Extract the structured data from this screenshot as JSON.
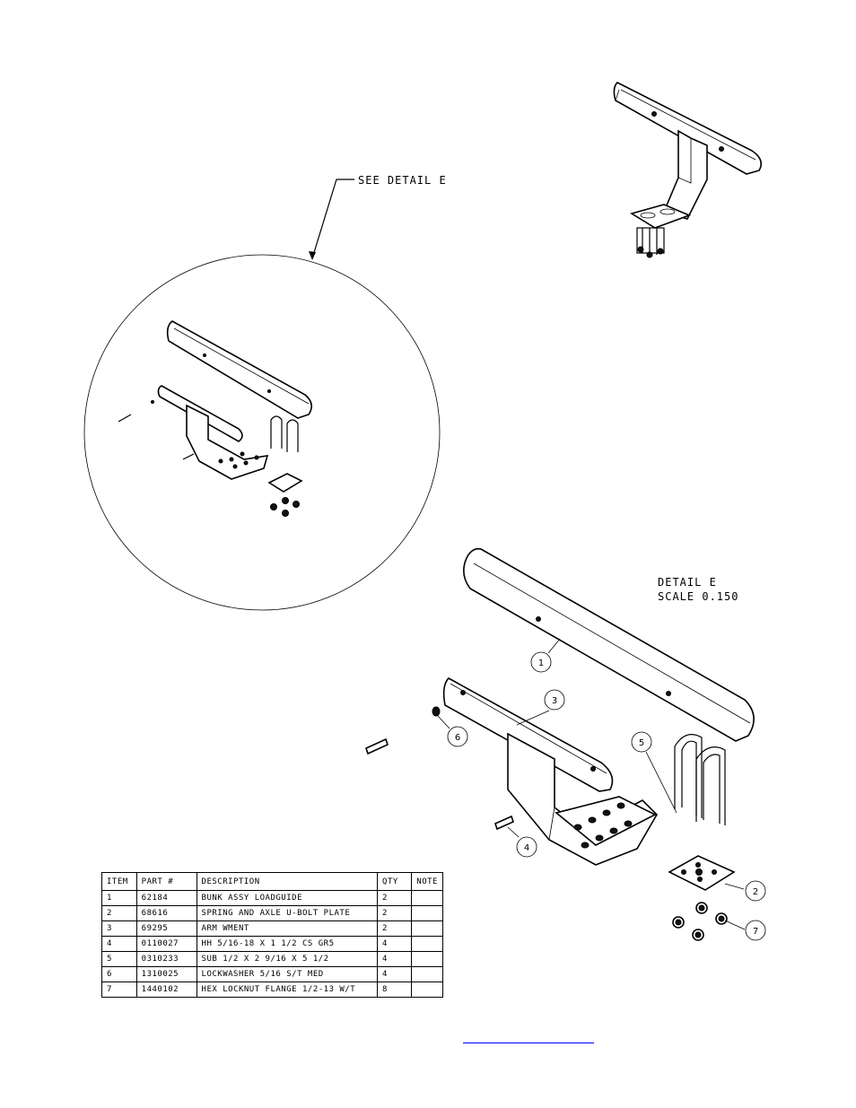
{
  "callout": {
    "see_detail": "SEE DETAIL  E"
  },
  "detail": {
    "title": "DETAIL  E",
    "scale": "SCALE  0.150"
  },
  "balloons": [
    "1",
    "2",
    "3",
    "4",
    "5",
    "6",
    "7"
  ],
  "bom": {
    "headers": [
      "ITEM",
      "PART #",
      "DESCRIPTION",
      "QTY",
      "NOTE"
    ],
    "rows": [
      [
        "1",
        "62184",
        "BUNK ASSY  LOADGUIDE",
        "2",
        ""
      ],
      [
        "2",
        "68616",
        "SPRING AND AXLE U-BOLT PLATE",
        "2",
        ""
      ],
      [
        "3",
        "69295",
        "ARM WMENT",
        "2",
        ""
      ],
      [
        "4",
        "0110027",
        "HH 5/16-18 X 1 1/2 CS GR5",
        "4",
        ""
      ],
      [
        "5",
        "0310233",
        "SUB 1/2 X 2 9/16 X 5 1/2",
        "4",
        ""
      ],
      [
        "6",
        "1310025",
        "LOCKWASHER 5/16 S/T MED",
        "4",
        ""
      ],
      [
        "7",
        "1440102",
        "HEX LOCKNUT FLANGE 1/2-13 W/T",
        "8",
        ""
      ]
    ]
  },
  "footer": {
    "link_text": ""
  }
}
